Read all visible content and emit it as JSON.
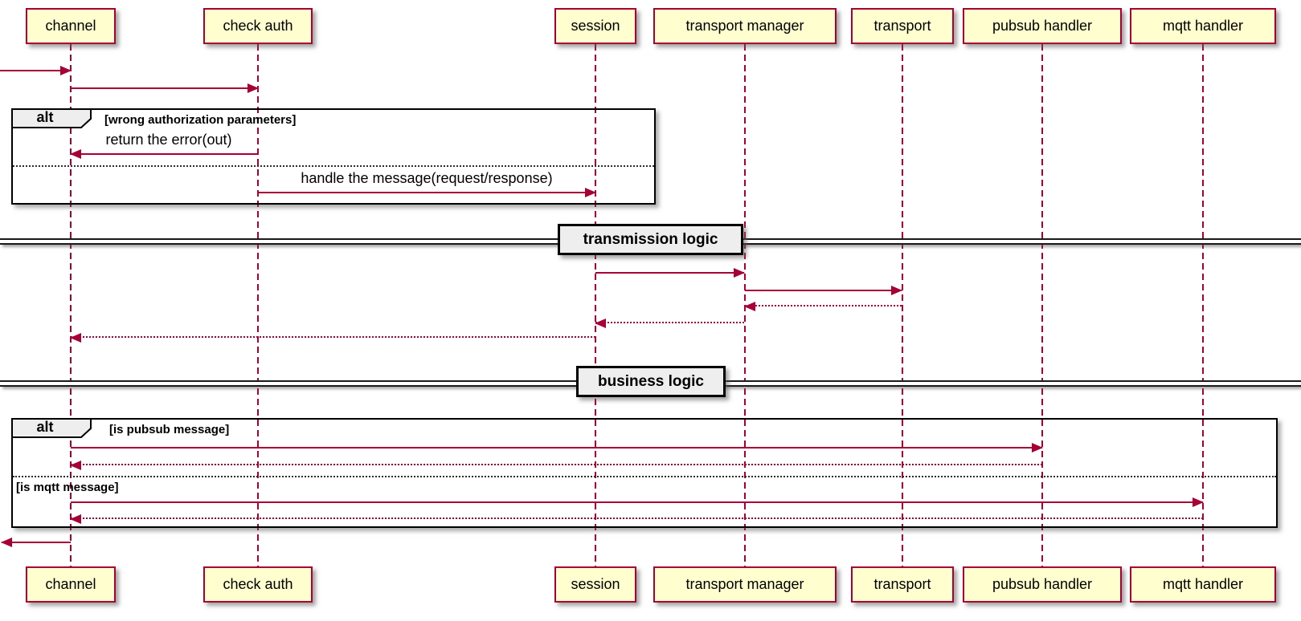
{
  "colors": {
    "arrow": "#A80036",
    "participant_fill": "#FEFECE",
    "participant_border": "#A80036",
    "frame_border": "#000000",
    "operator_fill": "#EEEEEE"
  },
  "participants": [
    {
      "label": "channel"
    },
    {
      "label": "check auth"
    },
    {
      "label": "session"
    },
    {
      "label": "transport manager"
    },
    {
      "label": "transport"
    },
    {
      "label": "pubsub handler"
    },
    {
      "label": "mqtt handler"
    }
  ],
  "messages": {
    "return_error": "return the error(out)",
    "handle_message": "handle the message(request/response)"
  },
  "frames": {
    "auth_alt": {
      "operator": "alt",
      "guard_if": "[wrong authorization parameters]"
    },
    "dispatch_alt": {
      "operator": "alt",
      "guard_if": "[is pubsub message]",
      "guard_else": "[is mqtt message]"
    }
  },
  "dividers": {
    "transmission": "transmission logic",
    "business": "business logic"
  }
}
